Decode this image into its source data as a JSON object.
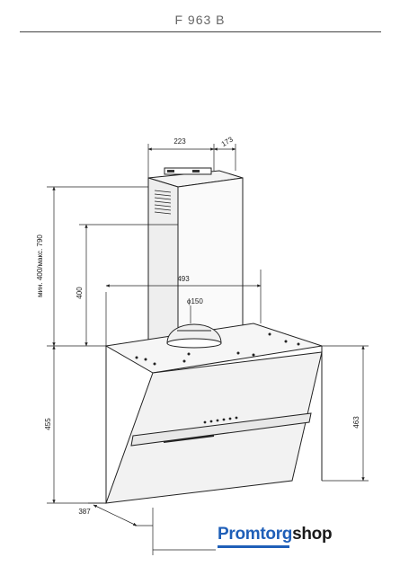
{
  "header": {
    "model": "F 963 B"
  },
  "dimensions": {
    "chimney_width": "223",
    "chimney_depth": "173",
    "opening_height": "400",
    "mount_width": "493",
    "outlet_diameter": "150",
    "chimney_range": "мин. 400/макс. 790",
    "hood_height_left": "455",
    "hood_height_right": "463",
    "hood_depth": "387"
  },
  "logo": {
    "part1": "Promtorg",
    "part2": "shop"
  }
}
